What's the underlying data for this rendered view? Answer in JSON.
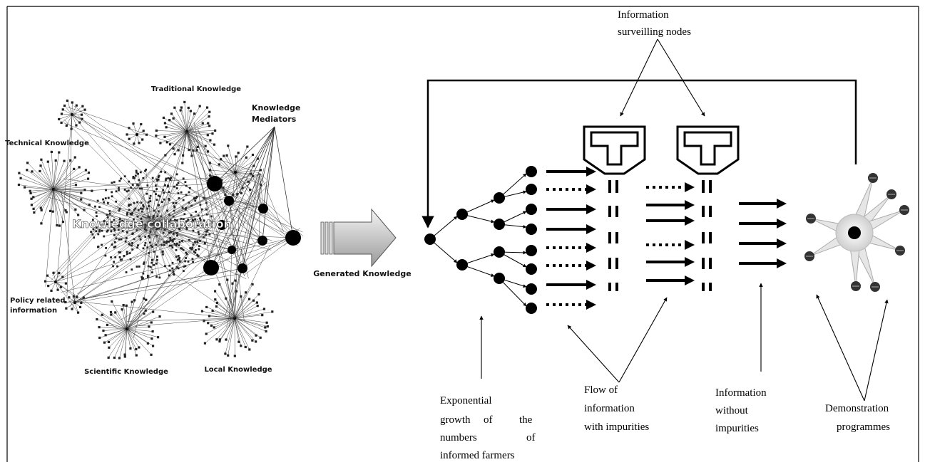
{
  "network": {
    "center_label": "Knowledge collaboration",
    "clusters": {
      "traditional": "Traditional Knowledge",
      "technical": "Technical Knowledge",
      "policy": "Policy related information",
      "scientific": "Scientific Knowledge",
      "local": "Local Knowledge",
      "mediators": "Knowledge Mediators"
    },
    "generated": "Generated Knowledge"
  },
  "flow": {
    "surveilling": "Information surveilling nodes",
    "exponential": "Exponential growth of the numbers of informed farmers",
    "impure": "Flow of information with impurities",
    "pure": "Information without impurities",
    "demo": "Demonstration programmes"
  },
  "colors": {
    "ink": "#000000",
    "node_gray": "#333333",
    "arrow_fill_light": "#f2f2f2",
    "arrow_fill_dark": "#9a9a9a",
    "hub_gray": "#d8d8d8"
  }
}
